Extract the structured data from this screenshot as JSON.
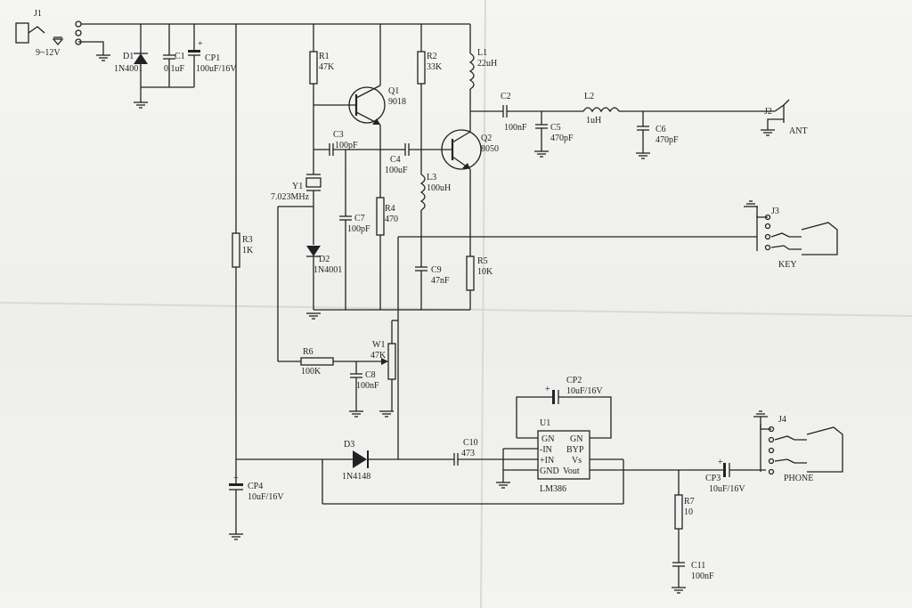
{
  "schematic": {
    "j1": {
      "ref": "J1",
      "value": "9~12V"
    },
    "d1": {
      "ref": "D1",
      "value": "1N4001"
    },
    "c1": {
      "ref": "C1",
      "value": "0.1uF"
    },
    "cp1": {
      "ref": "CP1",
      "value": "100uF/16V"
    },
    "r1": {
      "ref": "R1",
      "value": "47K"
    },
    "r2": {
      "ref": "R2",
      "value": "33K"
    },
    "q1": {
      "ref": "Q1",
      "value": "9018"
    },
    "q2": {
      "ref": "Q2",
      "value": "8050"
    },
    "l1": {
      "ref": "L1",
      "value": "22uH"
    },
    "c2": {
      "ref": "C2",
      "value": "100nF"
    },
    "l2": {
      "ref": "L2",
      "value": "1uH"
    },
    "c5": {
      "ref": "C5",
      "value": "470pF"
    },
    "c6": {
      "ref": "C6",
      "value": "470pF"
    },
    "j2": {
      "ref": "J2",
      "label": "ANT"
    },
    "c3": {
      "ref": "C3",
      "value": "100pF"
    },
    "c4": {
      "ref": "C4",
      "value": "100uF"
    },
    "y1": {
      "ref": "Y1",
      "value": "7.023MHz"
    },
    "l3": {
      "ref": "L3",
      "value": "100uH"
    },
    "c7": {
      "ref": "C7",
      "value": "100pF"
    },
    "r4": {
      "ref": "R4",
      "value": "470"
    },
    "d2": {
      "ref": "D2",
      "value": "1N4001"
    },
    "c9": {
      "ref": "C9",
      "value": "47nF"
    },
    "r5": {
      "ref": "R5",
      "value": "10K"
    },
    "j3": {
      "ref": "J3",
      "label": "KEY"
    },
    "r3": {
      "ref": "R3",
      "value": "1K"
    },
    "r6": {
      "ref": "R6",
      "value": "100K"
    },
    "w1": {
      "ref": "W1",
      "value": "47K"
    },
    "c8": {
      "ref": "C8",
      "value": "100nF"
    },
    "cp2": {
      "ref": "CP2",
      "value": "10uF/16V"
    },
    "u1": {
      "ref": "U1",
      "part": "LM386",
      "pins_left": [
        "GN",
        "-IN",
        "+IN",
        "GND"
      ],
      "pins_right": [
        "GN",
        "BYP",
        "Vs",
        "Vout"
      ]
    },
    "d3": {
      "ref": "D3",
      "value": "1N4148"
    },
    "c10": {
      "ref": "C10",
      "value": "473"
    },
    "cp4": {
      "ref": "CP4",
      "value": "10uF/16V"
    },
    "cp3": {
      "ref": "CP3",
      "value": "10uF/16V"
    },
    "j4": {
      "ref": "J4",
      "label": "PHONE"
    },
    "r7": {
      "ref": "R7",
      "value": "10"
    },
    "c11": {
      "ref": "C11",
      "value": "100nF"
    }
  }
}
